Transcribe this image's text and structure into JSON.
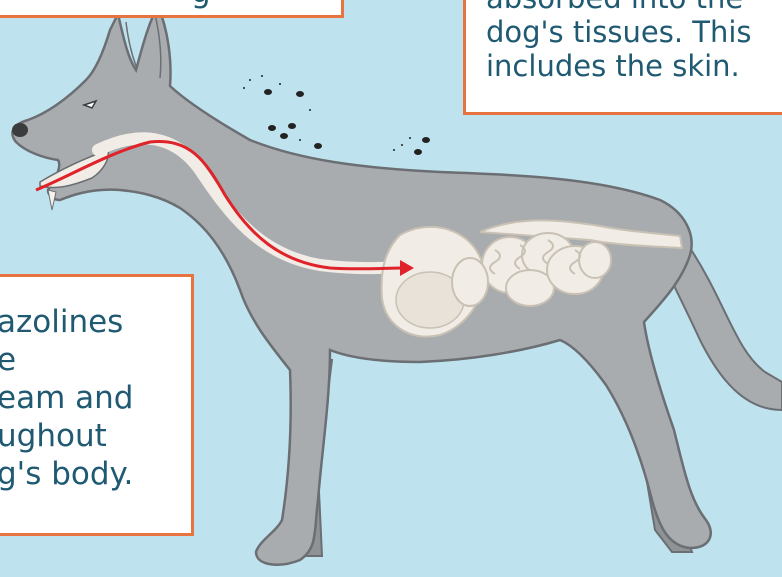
{
  "callouts": {
    "top_left": {
      "lines": [
        "g"
      ]
    },
    "top_right": {
      "lines": [
        "absorbed into the",
        "dog's tissues. This",
        "includes the skin."
      ]
    },
    "left": {
      "lines": [
        "azolines",
        "e",
        "eam and",
        "ughout",
        "g's body."
      ]
    }
  },
  "colors": {
    "background": "#bfe3ee",
    "callout_border": "#e9733f",
    "callout_text": "#1f5a72",
    "dog_fill": "#a9acaf",
    "dog_outline": "#6b6e72",
    "organ_fill": "#f1ede6",
    "arrow": "#e0222a",
    "flea": "#222222"
  }
}
